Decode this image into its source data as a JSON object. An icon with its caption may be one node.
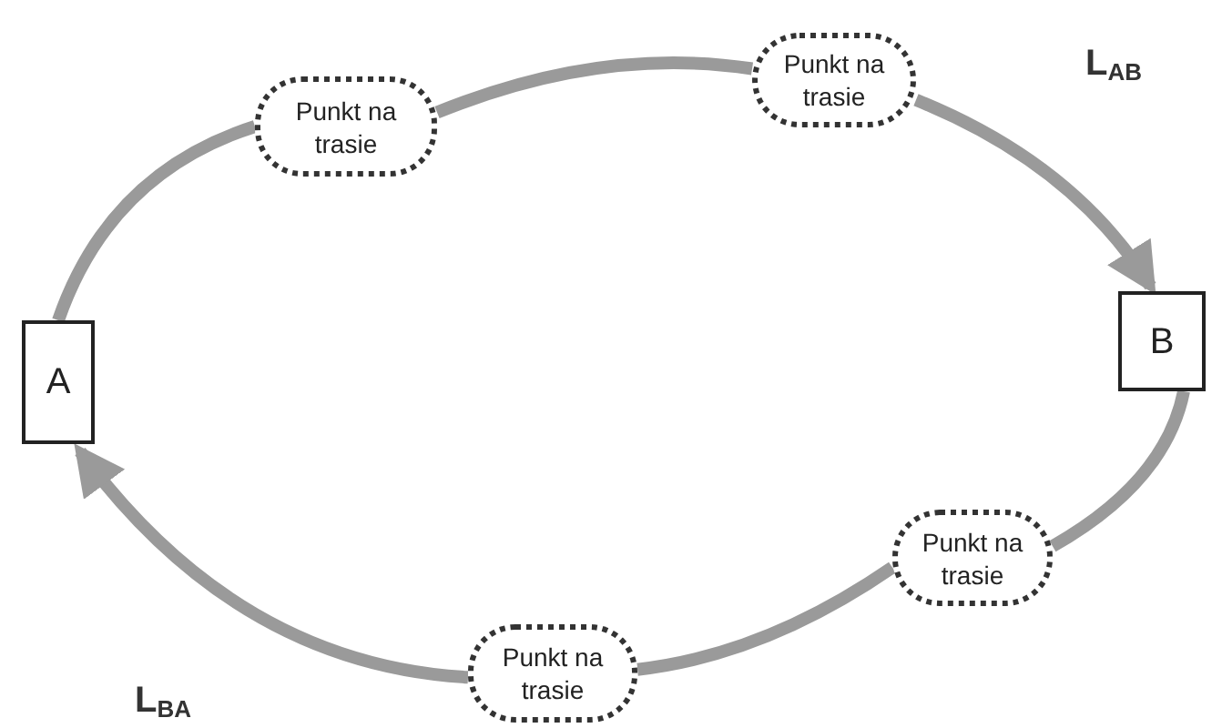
{
  "diagram": {
    "nodes": [
      {
        "text": [
          "A"
        ]
      },
      {
        "text": [
          "Punkt na trasie"
        ]
      },
      {
        "text": [
          "Punkt na trasie"
        ]
      },
      {
        "text": [
          "B"
        ]
      },
      {
        "text": [
          "Punkt na trasie"
        ]
      },
      {
        "text": [
          "Punkt na trasie"
        ]
      }
    ],
    "edges": [
      {
        "from": 0,
        "to": 1,
        "arrow": "none"
      },
      {
        "from": 1,
        "to": 2,
        "arrow": "none"
      },
      {
        "from": 2,
        "to": 3,
        "arrow": "to"
      },
      {
        "from": 3,
        "to": 4,
        "arrow": "none"
      },
      {
        "from": 4,
        "to": 5,
        "arrow": "none"
      },
      {
        "from": 5,
        "to": 0,
        "arrow": "to"
      }
    ],
    "labels": [
      "L$_{AB}$",
      "L$_{BA}$"
    ]
  }
}
